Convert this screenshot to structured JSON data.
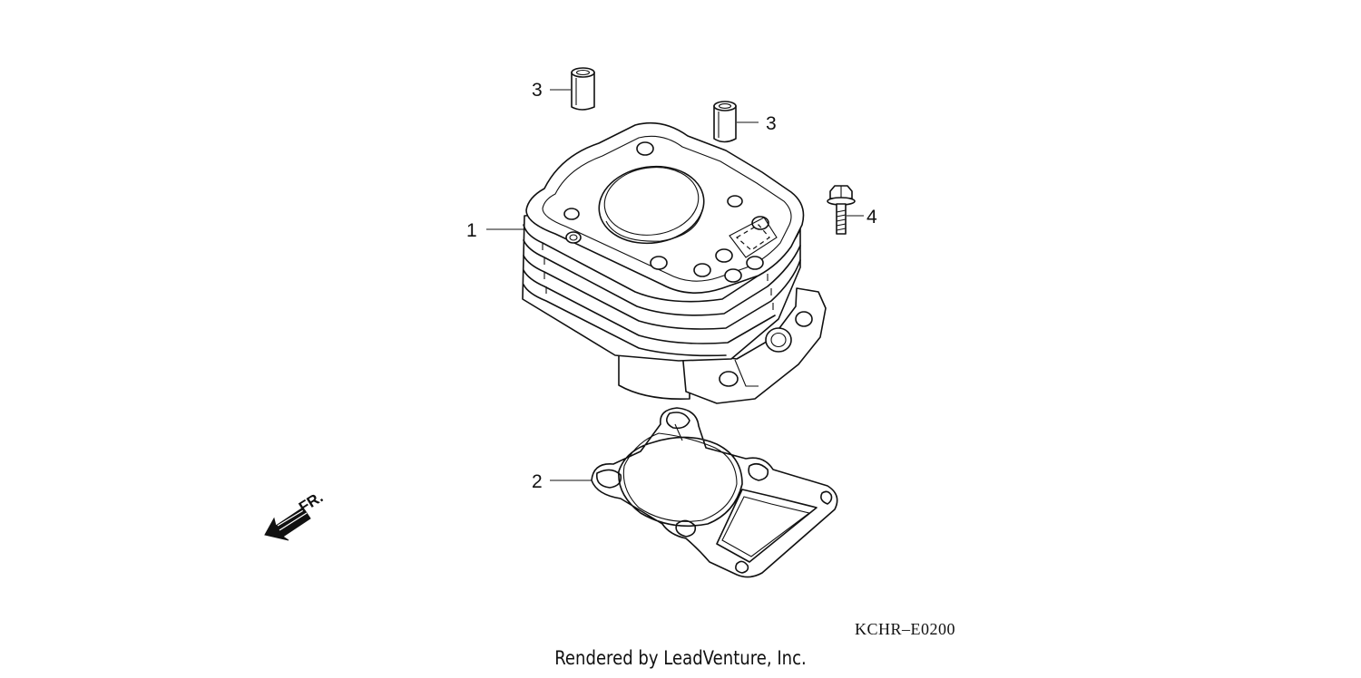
{
  "diagram": {
    "callouts": {
      "cylinder": "1",
      "gasket": "2",
      "dowel_left": "3",
      "dowel_right": "3",
      "bolt": "4"
    },
    "direction_label": "FR.",
    "diagram_code": "KCHR–E0200",
    "credit": "Rendered by LeadVenture, Inc."
  }
}
